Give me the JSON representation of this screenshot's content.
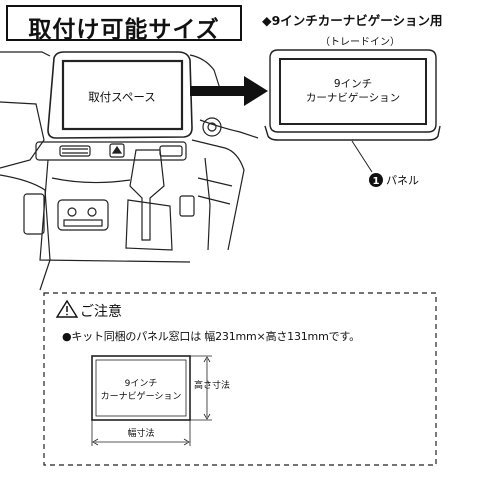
{
  "title": "取付け可能サイズ",
  "nav_label": "◆9インチカーナビゲーション用",
  "nav_sub": "（トレードイン）",
  "install_space_label": "取付スペース",
  "nav_unit_label": [
    "9インチ",
    "カーナビゲーション"
  ],
  "panel_number": "1",
  "panel_label": "パネル",
  "caution": {
    "title": "ご注意",
    "line_prefix": "●キット同梱のパネル窓口は",
    "width_value": "幅231mm",
    "times": "×",
    "height_value": "高さ131mm",
    "line_suffix": "です。"
  },
  "small_unit_label": [
    "9インチ",
    "カーナビゲーション"
  ],
  "height_dim_label": "高さ寸法",
  "width_dim_label": "幅寸法"
}
